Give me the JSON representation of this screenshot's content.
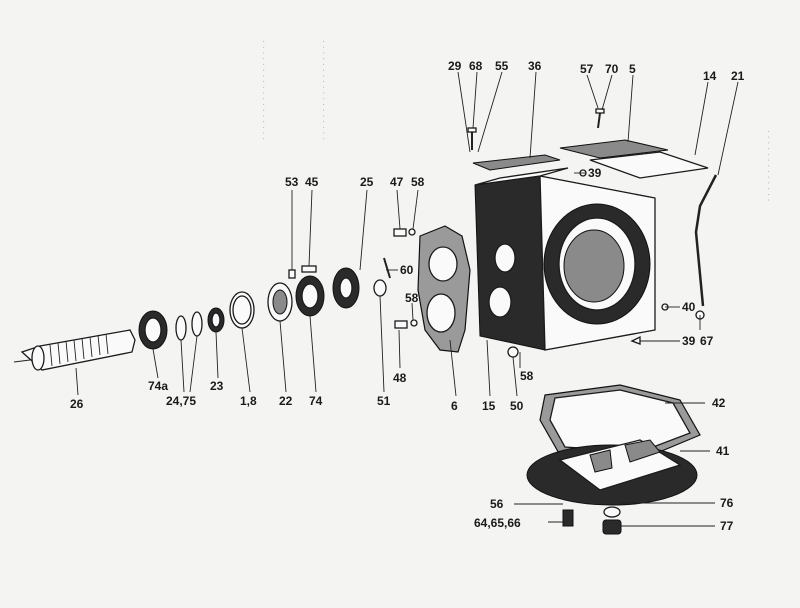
{
  "diagram": {
    "labels": {
      "p29": "29",
      "p68": "68",
      "p55": "55",
      "p36": "36",
      "p57": "57",
      "p70": "70",
      "p5": "5",
      "p14": "14",
      "p21": "21",
      "p53": "53",
      "p45": "45",
      "p25": "25",
      "p47": "47",
      "p58a": "58",
      "p39a": "39",
      "p60": "60",
      "p58b": "58",
      "p40": "40",
      "p39b": "39",
      "p67": "67",
      "p48": "48",
      "p26": "26",
      "p74a": "74a",
      "p2475": "24,75",
      "p23": "23",
      "p18": "1,8",
      "p22": "22",
      "p74": "74",
      "p51": "51",
      "p6": "6",
      "p15": "15",
      "p50": "50",
      "p58c": "58",
      "p42": "42",
      "p41": "41",
      "p56": "56",
      "p646566": "64,65,66",
      "p76": "76",
      "p77": "77"
    }
  }
}
